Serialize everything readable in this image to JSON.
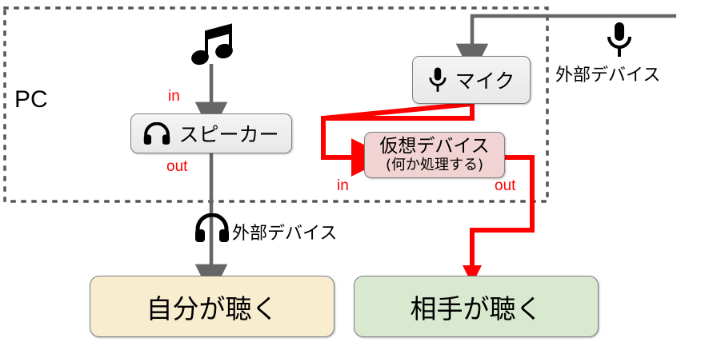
{
  "diagram": {
    "title_region": {
      "pc_label": "PC"
    },
    "nodes": {
      "speaker": {
        "label": "スピーカー",
        "icon": "headphone-icon",
        "in_label": "in",
        "out_label": "out"
      },
      "mic": {
        "label": "マイク",
        "icon": "microphone-icon"
      },
      "virtual_device": {
        "label": "仮想デバイス",
        "sub_label": "(何か処理する)",
        "in_label": "in",
        "out_label": "out"
      },
      "self_listen": {
        "label": "自分が聴く"
      },
      "other_listen": {
        "label": "相手が聴く"
      }
    },
    "external": {
      "top_label": "外部デバイス",
      "top_icon": "microphone-icon",
      "bottom_label": "外部デバイス",
      "bottom_icon": "headphone-icon"
    },
    "source_icon": "music-note-icon",
    "colors": {
      "gray_arrow": "#666666",
      "red_arrow": "#ff0000",
      "virtual_device_fill": "#f2d3d3",
      "self_listen_fill": "#f8edcf",
      "other_listen_fill": "#d9e9d0",
      "device_fill": "#eeeeee",
      "pc_border": "#555555"
    }
  }
}
